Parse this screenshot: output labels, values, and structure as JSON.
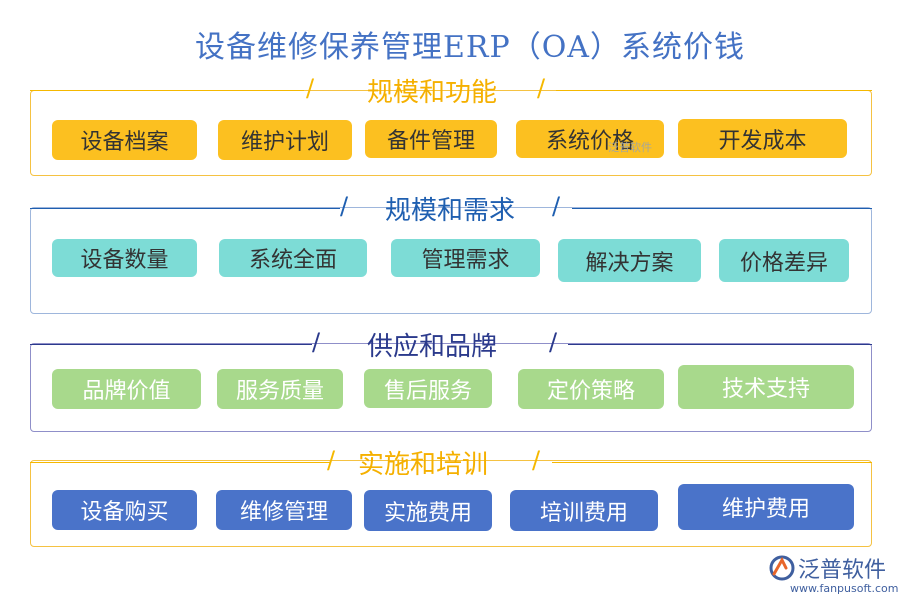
{
  "title": "设备维修保养管理ERP（OA）系统价钱",
  "sections": [
    {
      "heading": "规模和功能",
      "items": [
        "设备档案",
        "维护计划",
        "备件管理",
        "系统价格",
        "开发成本"
      ]
    },
    {
      "heading": "规模和需求",
      "items": [
        "设备数量",
        "系统全面",
        "管理需求",
        "解决方案",
        "价格差异"
      ]
    },
    {
      "heading": "供应和品牌",
      "items": [
        "品牌价值",
        "服务质量",
        "售后服务",
        "定价策略",
        "技术支持"
      ]
    },
    {
      "heading": "实施和培训",
      "items": [
        "设备购买",
        "维修管理",
        "实施费用",
        "培训费用",
        "维护费用"
      ]
    }
  ],
  "watermark": "泛普软件",
  "logo": {
    "brand": "泛普软件",
    "url": "www.fanpusoft.com"
  },
  "colors": {
    "title": "#4472c4",
    "row1_fill": "#fcc020",
    "row2_fill": "#7ddcd6",
    "row3_fill": "#a8d98c",
    "row4_fill": "#4a73c9"
  }
}
